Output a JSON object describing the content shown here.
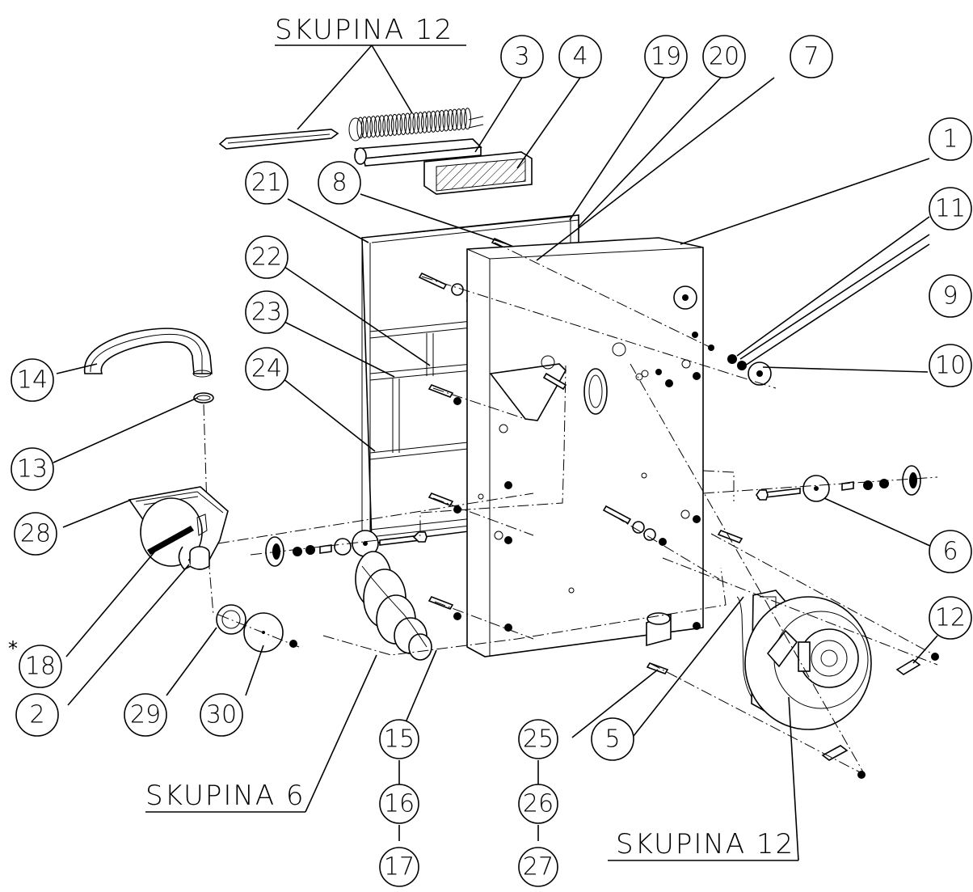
{
  "group_labels": {
    "top": "SKUPINA 12",
    "bottom_left": "SKUPINA 6",
    "bottom_right": "SKUPINA 12"
  },
  "callouts": [
    "3",
    "4",
    "19",
    "20",
    "7",
    "1",
    "11",
    "9",
    "10",
    "8",
    "21",
    "22",
    "23",
    "24",
    "14",
    "13",
    "28",
    "18",
    "2",
    "29",
    "30",
    "6",
    "12",
    "15",
    "16",
    "17",
    "25",
    "26",
    "27",
    "5"
  ],
  "note_mark": "*"
}
